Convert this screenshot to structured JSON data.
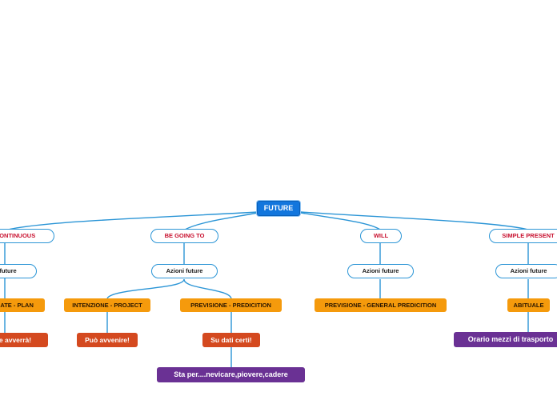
{
  "root": {
    "label": "FUTURE"
  },
  "branches": [
    {
      "label": "PRESENT CONTINUOUS",
      "visible_label": "CONTINUOUS",
      "sub": "Azioni future",
      "visible_sub": "i future",
      "leaf": "PROGRAMMATE - PLAN",
      "visible_leaf": "MATE - PLAN",
      "detail": "Certamente avverrà!",
      "visible_detail": "nte avverrà!"
    },
    {
      "label": "BE GOING TO",
      "sub": "Azioni future",
      "children": [
        {
          "label": "INTENZIONE - PROJECT",
          "detail": "Può avvenire!"
        },
        {
          "label": "PREVISIONE - PREDICITION",
          "detail": "Su dati certi!",
          "example": "Sta per....nevicare,piovere,cadere"
        }
      ]
    },
    {
      "label": "WILL",
      "sub": "Azioni future",
      "leaf": "PREVISIONE - GENERAL PREDICITION"
    },
    {
      "label": "SIMPLE PRESENT",
      "sub": "Azioni future",
      "leaf": "ABITUALE",
      "example": "Orario mezzi di trasporto"
    }
  ],
  "colors": {
    "root": "#1276dd",
    "link": "#2b95d6",
    "branch_text": "#c8102e",
    "orange": "#f59a0c",
    "red": "#d4491f",
    "purple": "#6a3194"
  }
}
